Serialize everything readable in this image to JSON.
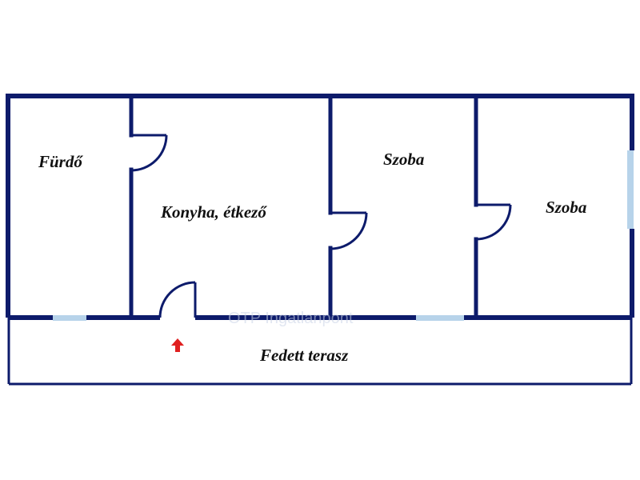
{
  "rooms": {
    "bathroom": "Fürdő",
    "kitchen": "Konyha, étkező",
    "room_middle": "Szoba",
    "room_right": "Szoba",
    "terrace": "Fedett terasz"
  },
  "watermark": "OTP Ingatlanpont",
  "colors": {
    "wall": "#0d1b6b",
    "window": "#b7d3ea",
    "entrance_arrow": "#e02020"
  },
  "icons": {
    "entrance": "up-arrow-icon"
  }
}
